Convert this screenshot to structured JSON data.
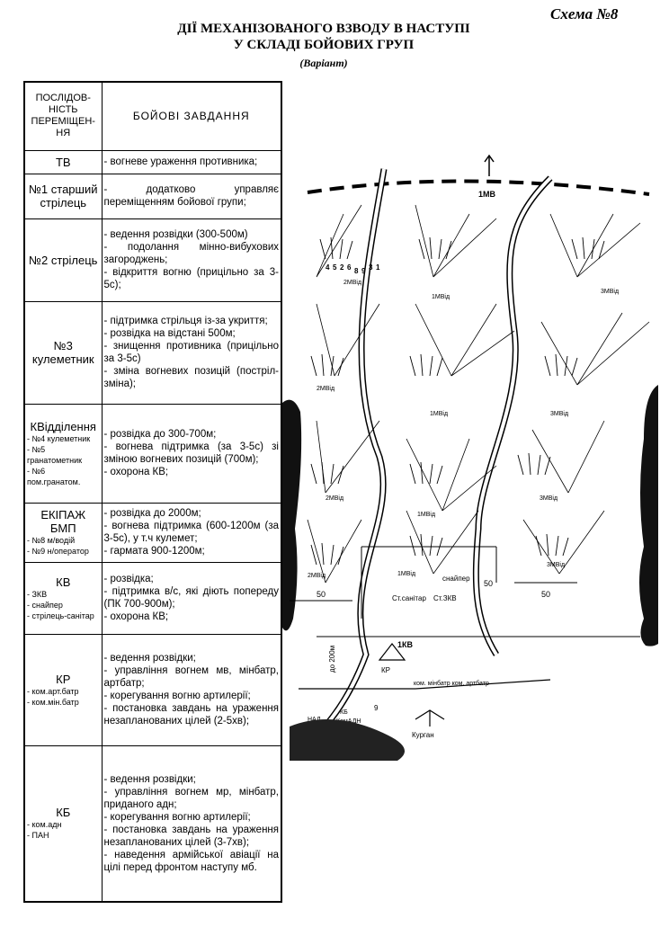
{
  "header": {
    "scheme_number": "Схема №8",
    "title_line1": "ДІЇ МЕХАНІЗОВАНОГО ВЗВОДУ В НАСТУПІ",
    "title_line2": "У СКЛАДІ БОЙОВИХ ГРУП",
    "variant": "(Варіант)"
  },
  "table": {
    "col1_header": "ПОСЛІДОВ-НІСТЬ ПЕРЕМІЩЕН-НЯ",
    "col2_header": "БОЙОВІ ЗАВДАННЯ",
    "rows": [
      {
        "main": "ТВ",
        "subs": [],
        "tasks": [
          "- вогневе ураження противника;"
        ]
      },
      {
        "main": "№1 старший стрілець",
        "subs": [],
        "tasks": [
          "- додатково управляє переміщенням бойової групи;"
        ]
      },
      {
        "main": "№2 стрілець",
        "subs": [],
        "tasks": [
          "- ведення розвідки (300-500м)",
          "- подолання мінно-вибухових загороджень;",
          "- відкриття вогню (прицільно за 3-5с);"
        ]
      },
      {
        "main": "№3 кулеметник",
        "subs": [],
        "tasks": [
          "- підтримка стрільця із-за укриття;",
          "- розвідка на відстані 500м;",
          "- знищення противника (прицільно за 3-5с)",
          "- зміна вогневих позицій (постріл-зміна);"
        ]
      },
      {
        "main": "КВідділення",
        "subs": [
          "- №4 кулеметник",
          "- №5 гранатометник",
          "- №6 пом.гранатом."
        ],
        "tasks": [
          "- розвідка до 300-700м;",
          "- вогнева підтримка (за 3-5с) зі зміною вогневих позицій (700м);",
          "- охорона КВ;"
        ]
      },
      {
        "main": "ЕКІПАЖ БМП",
        "subs": [
          "- №8 м/водій",
          "- №9 н/оператор"
        ],
        "tasks": [
          "- розвідка до 2000м;",
          "- вогнева підтримка (600-1200м (за 3-5с), у т.ч кулемет;",
          "- гармата 900-1200м;"
        ]
      },
      {
        "main": "КВ",
        "subs": [
          "- ЗКВ",
          "- снайпер",
          "- стрілець-санітар"
        ],
        "tasks": [
          "- розвідка;",
          "- підтримка в/с, які діють попереду (ПК 700-900м);",
          "- охорона КВ;"
        ]
      },
      {
        "main": "КР",
        "subs": [
          "- ком.арт.батр",
          "- ком.мін.батр"
        ],
        "tasks": [
          "- ведення розвідки;",
          "- управління вогнем мв, мінбатр, артбатр;",
          "- корегування вогню артилерії;",
          "- постановка завдань на ураження незапланованих цілей (2-5хв);"
        ]
      },
      {
        "main": "КБ",
        "subs": [
          "- ком.адн",
          "- ПАН"
        ],
        "tasks": [
          "- ведення розвідки;",
          "- управління вогнем мр, мінбатр, приданого адн;",
          "- корегування вогню артилерії;",
          "- постановка завдань на ураження незапланованих цілей (3-7хв);",
          "- наведення армійської авіації на цілі перед фронтом наступу мб."
        ]
      }
    ]
  },
  "diagram": {
    "front_top_label": "1МВ",
    "front_bottom_label": "1КВ",
    "group_labels": [
      "2МВід",
      "1МВід",
      "3МВід",
      "2МВід",
      "1МВід",
      "3МВід",
      "2МВід",
      "1МВід",
      "3МВід",
      "2МВід",
      "1МВід",
      "3МВід"
    ],
    "pos_numbers": [
      "4",
      "5",
      "2",
      "6",
      "8",
      "9",
      "3",
      "1"
    ],
    "distance_labels": [
      "50",
      "50",
      "50"
    ],
    "distance_vertical": "до 200м",
    "label_sniper": "снайпер",
    "label_medic": "Ст.санітар",
    "label_zkv": "Ст.ЗКВ",
    "label_kp": "КР",
    "label_kb": "КБ",
    "label_kom_adn": "КомАДН",
    "label_minbatr": "ком. мінбатр ком. артбатр",
    "label_nad": "НАД",
    "label_kurgan": "Курган",
    "label_nine": "9"
  }
}
